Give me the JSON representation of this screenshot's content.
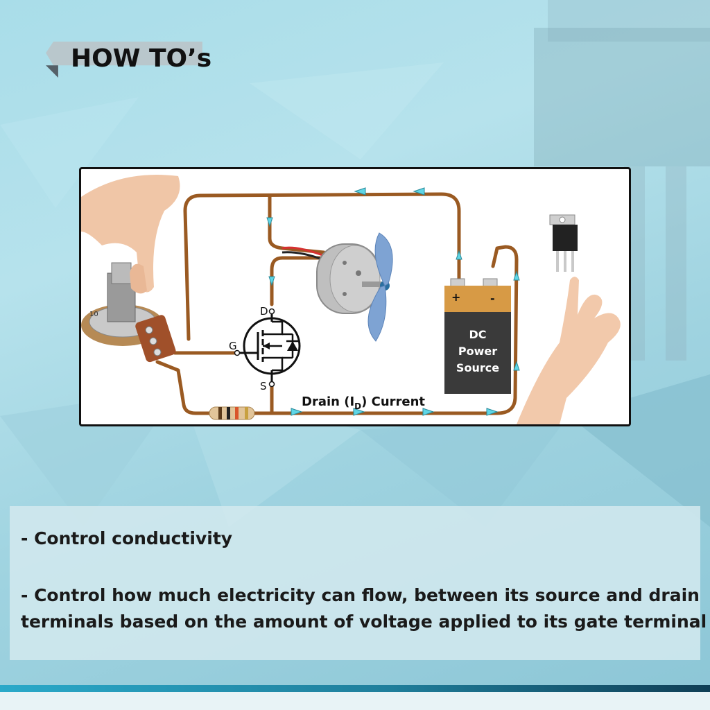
{
  "header": {
    "title": "HOW TO’s"
  },
  "diagram": {
    "drain_label": "D",
    "gate_label": "G",
    "source_label": "S",
    "current_prefix": "Drain (I",
    "current_sub": "D",
    "current_suffix": ") Current",
    "battery_plus": "+",
    "battery_minus": "-",
    "battery_line1": "DC",
    "battery_line2": "Power",
    "battery_line3": "Source",
    "pot_marking": "10"
  },
  "notes": {
    "line1": "- Control conductivity",
    "line2": "- Control how much electricity can flow, between its source and drain",
    "line3": "terminals based on the amount of voltage applied to its gate terminal"
  },
  "colors": {
    "wire": "#9a5a22",
    "arrow": "#5fd6e6",
    "battery_top": "#d79a45",
    "battery_body": "#3a3a3a",
    "fan_blade": "#7ea3d3",
    "accent_bar": "#1f7e9b"
  }
}
